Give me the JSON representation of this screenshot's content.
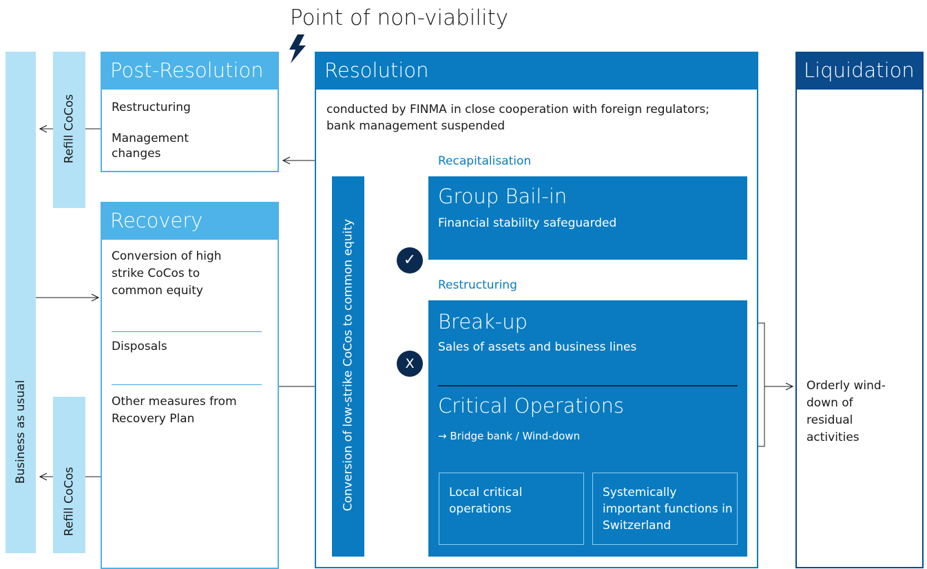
{
  "top_label": "Point of non-viability",
  "left_bar": {
    "label": "Business as usual"
  },
  "refill_top": {
    "label": "Refill CoCos"
  },
  "refill_bottom": {
    "label": "Refill CoCos"
  },
  "post_resolution": {
    "title": "Post-Resolution",
    "items": [
      "Restructuring",
      "Management changes"
    ]
  },
  "recovery": {
    "title": "Recovery",
    "items": [
      "Conversion of high strike CoCos to common equity",
      "Disposals",
      "Other measures from Recovery Plan"
    ]
  },
  "resolution": {
    "title": "Resolution",
    "description": "conducted by FINMA in close cooperation with foreign regulators; bank management suspended",
    "recap_label": "Recapitalisation",
    "restructuring_label": "Restructuring",
    "conversion_bar": "Conversion of low-strike CoCos to common equity",
    "check_symbol": "✓",
    "x_symbol": "X",
    "group_bailin": {
      "title": "Group Bail-in",
      "subtitle": "Financial stability safeguarded"
    },
    "breakup": {
      "title": "Break-up",
      "subtitle": "Sales of assets and business lines"
    },
    "critical_ops": {
      "title": "Critical Operations",
      "subtitle": "→ Bridge bank / Wind-down"
    },
    "local_critical": "Local critical operations",
    "systemic": "Systemically important functions in Switzerland"
  },
  "liquidation": {
    "title": "Liquidation",
    "description": "Orderly wind-down of residual activities"
  },
  "colors": {
    "light_blue": "#b3e2f7",
    "mid_blue": "#4db3e8",
    "resolution_blue": "#0a7bc0",
    "liquidation_navy": "#0b4a8b",
    "circle_navy": "#0b2a50"
  }
}
